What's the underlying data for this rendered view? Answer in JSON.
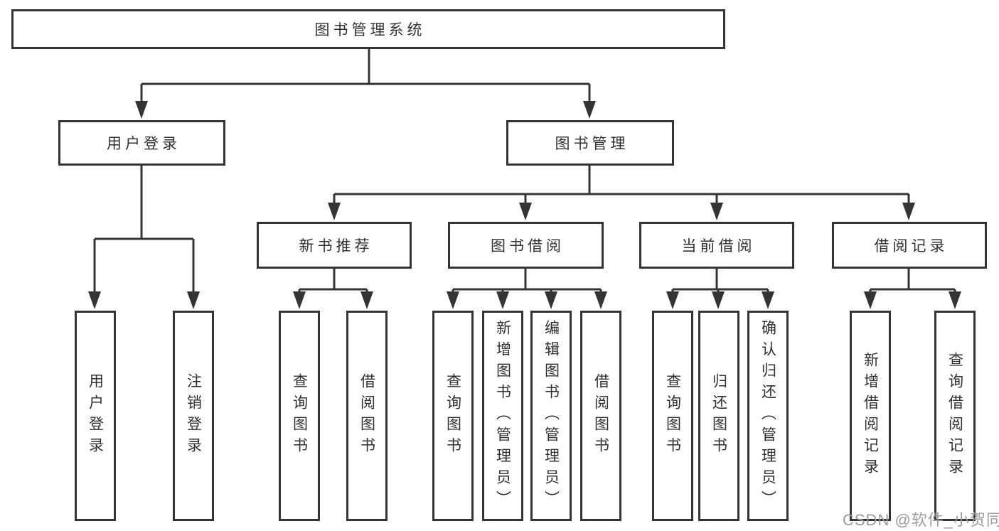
{
  "tree": {
    "root": "图书管理系统",
    "user_branch": {
      "label": "用户登录",
      "leaves": [
        "用户登录",
        "注销登录"
      ]
    },
    "book_branch": {
      "label": "图书管理",
      "groups": [
        {
          "label": "新书推荐",
          "leaves": [
            "查询图书",
            "借阅图书"
          ]
        },
        {
          "label": "图书借阅",
          "leaves": [
            "查询图书",
            "新增图书（管理员）",
            "编辑图书（管理员）",
            "借阅图书"
          ]
        },
        {
          "label": "当前借阅",
          "leaves": [
            "查询图书",
            "归还图书",
            "确认归还（管理员）"
          ]
        },
        {
          "label": "借阅记录",
          "leaves": [
            "新增借阅记录",
            "查询借阅记录"
          ]
        }
      ]
    }
  },
  "watermark": "CSDN @软件_小贺同学",
  "colors": {
    "line": "#343434",
    "text": "#303030",
    "watermark": "#9c9c9c",
    "background": "#ffffff"
  }
}
